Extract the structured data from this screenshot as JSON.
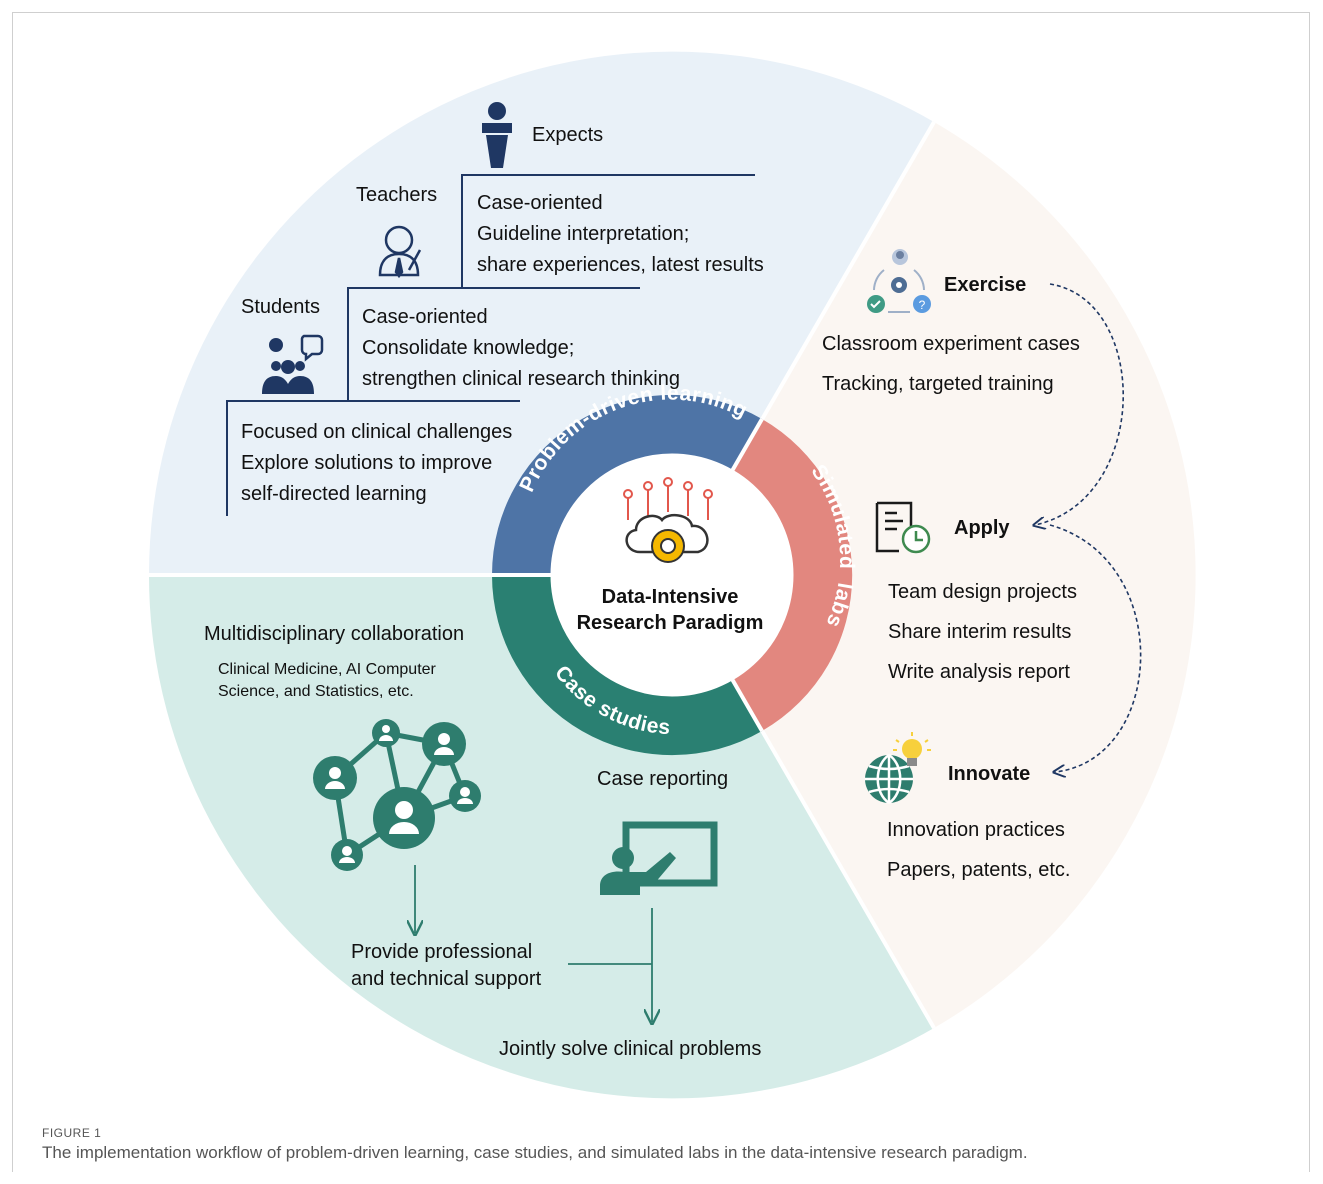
{
  "center": {
    "line1": "Data-Intensive",
    "line2": "Research Paradigm"
  },
  "ring": {
    "problem": "Problem-driven learning",
    "simulated": "Simulated  labs",
    "case": "Case studies"
  },
  "top_section": {
    "expects_label": "Expects",
    "teachers_label": "Teachers",
    "students_label": "Students",
    "expects_lines": [
      "Case-oriented",
      "Guideline interpretation;",
      "share experiences, latest results"
    ],
    "teachers_lines": [
      "Case-oriented",
      "Consolidate knowledge;",
      "strengthen clinical research thinking"
    ],
    "students_lines": [
      "Focused on clinical challenges",
      "Explore solutions to improve",
      "self-directed learning"
    ]
  },
  "right_section": {
    "exercise": {
      "title": "Exercise",
      "lines": [
        "Classroom experiment cases",
        "Tracking, targeted training"
      ]
    },
    "apply": {
      "title": "Apply",
      "lines": [
        "Team design projects",
        "Share interim results",
        "Write analysis report"
      ]
    },
    "innovate": {
      "title": "Innovate",
      "lines": [
        "Innovation practices",
        "Papers, patents, etc."
      ]
    }
  },
  "bottom_section": {
    "multi_title": "Multidisciplinary collaboration",
    "multi_sub1": "Clinical Medicine, AI Computer",
    "multi_sub2": "Science, and Statistics, etc.",
    "case_reporting": "Case reporting",
    "support1": "Provide professional",
    "support2": "and technical support",
    "jointly": "Jointly solve clinical problems"
  },
  "figure": {
    "label": "FIGURE 1",
    "caption": "The implementation workflow of problem-driven learning, case studies, and simulated labs in the data-intensive research paradigm."
  },
  "colors": {
    "top_bg": "#e9f1f8",
    "right_bg": "#fbf6f2",
    "bottom_bg": "#d5ece8",
    "blue": "#4e74a6",
    "red": "#e2877f",
    "teal": "#2a8072",
    "navy": "#1f3763",
    "green": "#2e7d6e"
  }
}
